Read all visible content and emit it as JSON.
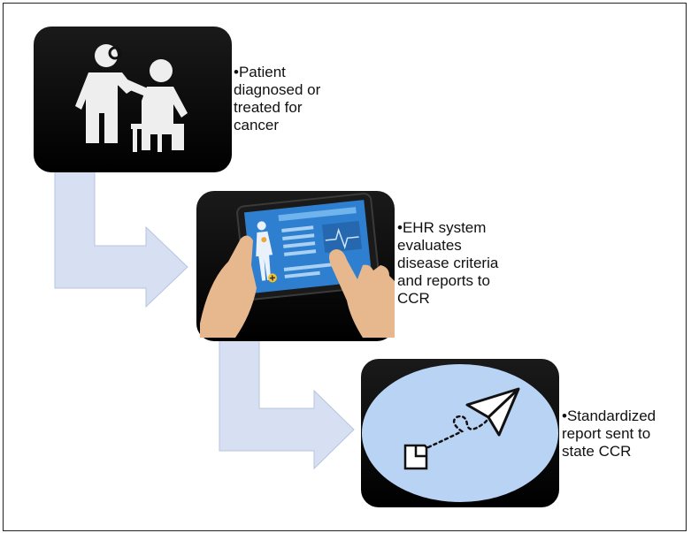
{
  "steps": [
    {
      "id": "patient",
      "text": "•Patient diagnosed or treated for cancer",
      "lines": [
        "•Patient",
        "diagnosed or",
        "treated for",
        "cancer"
      ],
      "icon": "doctor-patient-icon"
    },
    {
      "id": "ehr",
      "text": "•EHR system evaluates disease criteria and reports to CCR",
      "lines": [
        "•EHR system",
        "evaluates",
        "disease criteria",
        "and reports to",
        "CCR"
      ],
      "icon": "tablet-ehr-icon"
    },
    {
      "id": "report",
      "text": "•Standardized report sent to state CCR",
      "lines": [
        "•Standardized",
        "report sent to",
        "state CCR"
      ],
      "icon": "paper-plane-icon"
    }
  ],
  "colors": {
    "tile": "#000000",
    "arrow_fill": "#d6e0f2",
    "arrow_stroke": "#b4c4df",
    "circle": "#b9d3f4",
    "screen": "#2f7fd0",
    "skin": "#e7b88e"
  }
}
